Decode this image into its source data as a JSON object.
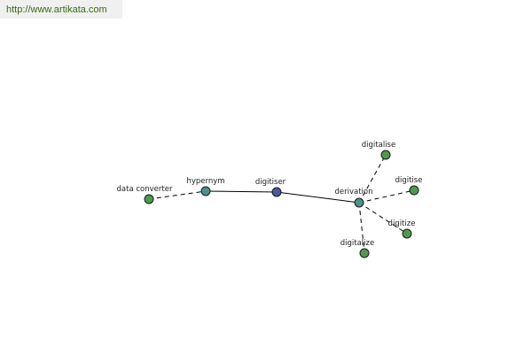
{
  "header": {
    "url": "http://www.artikata.com"
  },
  "colors": {
    "leaf_node": "#4f9a4f",
    "hub_node": "#4f8f8a",
    "center_node": "#4a5b9c",
    "edge": "#000000",
    "url_text": "#3a6a14"
  },
  "graph": {
    "nodes": [
      {
        "id": "data-converter",
        "label": "data converter",
        "kind": "leaf"
      },
      {
        "id": "hypernym",
        "label": "hypernym",
        "kind": "hub"
      },
      {
        "id": "digitiser",
        "label": "digitiser",
        "kind": "center"
      },
      {
        "id": "derivation",
        "label": "derivation",
        "kind": "hub"
      },
      {
        "id": "digitalise",
        "label": "digitalise",
        "kind": "leaf"
      },
      {
        "id": "digitise",
        "label": "digitise",
        "kind": "leaf"
      },
      {
        "id": "digitize",
        "label": "digitize",
        "kind": "leaf"
      },
      {
        "id": "digitalize",
        "label": "digitalize",
        "kind": "leaf"
      }
    ],
    "edges": [
      {
        "from": "data-converter",
        "to": "hypernym",
        "style": "dashed"
      },
      {
        "from": "hypernym",
        "to": "digitiser",
        "style": "solid"
      },
      {
        "from": "digitiser",
        "to": "derivation",
        "style": "solid"
      },
      {
        "from": "derivation",
        "to": "digitalise",
        "style": "dashed"
      },
      {
        "from": "derivation",
        "to": "digitise",
        "style": "dashed"
      },
      {
        "from": "derivation",
        "to": "digitize",
        "style": "dashed"
      },
      {
        "from": "derivation",
        "to": "digitalize",
        "style": "dashed"
      }
    ]
  }
}
